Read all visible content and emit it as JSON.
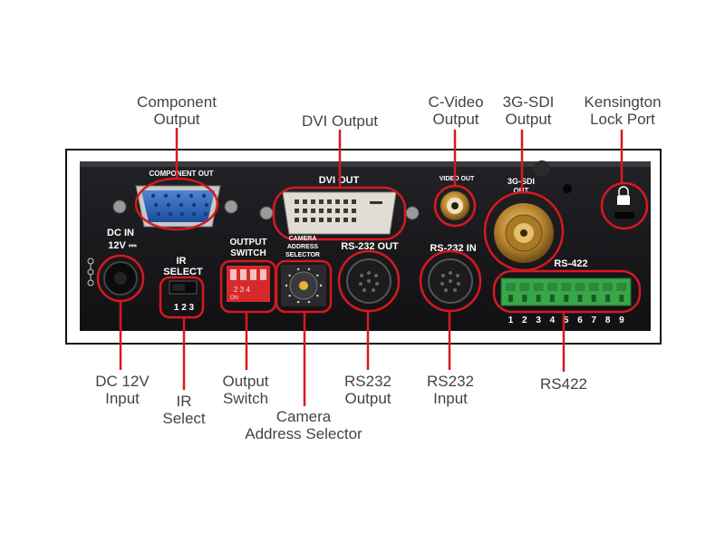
{
  "callouts": {
    "component": [
      "Component",
      "Output"
    ],
    "dvi": [
      "DVI Output"
    ],
    "cvideo": [
      "C-Video",
      "Output"
    ],
    "sdi": [
      "3G-SDI",
      "Output"
    ],
    "kensington": [
      "Kensington",
      "Lock Port"
    ],
    "dc": [
      "DC 12V",
      "Input"
    ],
    "ir": [
      "IR",
      "Select"
    ],
    "outswitch": [
      "Output",
      "Switch"
    ],
    "camaddr": [
      "Camera",
      "Address Selector"
    ],
    "rs232out": [
      "RS232",
      "Output"
    ],
    "rs232in": [
      "RS232",
      "Input"
    ],
    "rs422": [
      "RS422"
    ]
  },
  "panel_labels": {
    "component_out": "COMPONENT OUT",
    "dvi_out": "DVI OUT",
    "video_out": "VIDEO OUT",
    "sdi_out_1": "3G-SDI",
    "sdi_out_2": "OUT",
    "dc_in_1": "DC IN",
    "dc_in_2": "12V ⎓",
    "ir_select_1": "IR",
    "ir_select_2": "SELECT",
    "ir_positions": "1 2 3",
    "output_switch_1": "OUTPUT",
    "output_switch_2": "SWITCH",
    "dip_on": "ON",
    "dip_numbers": "2 3 4",
    "camera_1": "CAMERA",
    "camera_2": "ADDRESS",
    "camera_3": "SELECTOR",
    "rs232_out": "RS-232 OUT",
    "rs232_in": "RS-232 IN",
    "rs422": "RS-422",
    "terminal_numbers": [
      "1",
      "2",
      "3",
      "4",
      "5",
      "6",
      "7",
      "8",
      "9"
    ]
  },
  "colors": {
    "highlight": "#d7191f",
    "panel": "#17171a",
    "frame": "#111111"
  }
}
